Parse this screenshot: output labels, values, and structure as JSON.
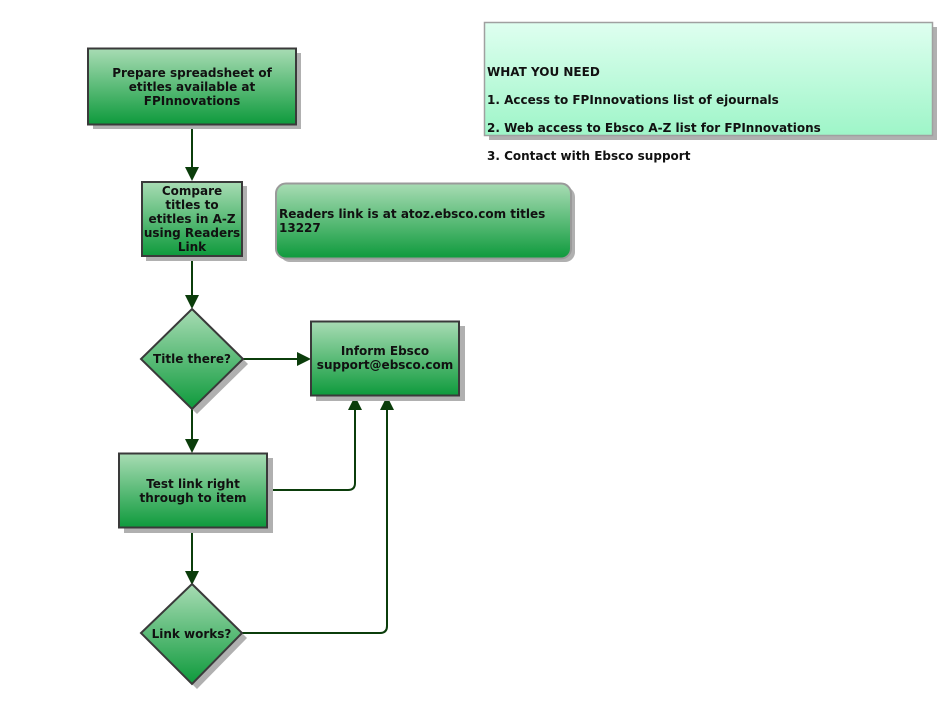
{
  "diagram": {
    "type": "flowchart",
    "colors": {
      "node_fill_top": "#a8dcb4",
      "node_fill_bottom": "#0e9a3c",
      "node_border": "#3a3a3a",
      "shadow": "#b0b0b0",
      "connector": "#0b3d0b",
      "info_fill_top": "#dffff0",
      "info_fill_bottom": "#9ef5c8"
    },
    "nodes": [
      {
        "id": "prepare",
        "shape": "rect",
        "label": "Prepare spreadsheet of etitles available at FPInnovations"
      },
      {
        "id": "compare",
        "shape": "rect",
        "label": "Compare titles to etitles in A-Z using Readers Link"
      },
      {
        "id": "title-there",
        "shape": "diamond",
        "label": "Title there?"
      },
      {
        "id": "inform",
        "shape": "rect",
        "label": "Inform Ebsco support@ebsco.com"
      },
      {
        "id": "test-link",
        "shape": "rect",
        "label": "Test link right through to item"
      },
      {
        "id": "link-works",
        "shape": "diamond",
        "label": "Link works?"
      }
    ],
    "edges": [
      {
        "from": "prepare",
        "to": "compare"
      },
      {
        "from": "compare",
        "to": "title-there"
      },
      {
        "from": "title-there",
        "to": "inform"
      },
      {
        "from": "title-there",
        "to": "test-link"
      },
      {
        "from": "test-link",
        "to": "inform"
      },
      {
        "from": "test-link",
        "to": "link-works"
      },
      {
        "from": "link-works",
        "to": "inform"
      }
    ],
    "notes": {
      "readers_link": "Readers link is at atoz.ebsco.com titles 13227",
      "what_you_need": {
        "heading": "WHAT YOU NEED",
        "items": [
          "1. Access to FPInnovations list of ejournals",
          "2. Web access to Ebsco A-Z list for FPInnovations",
          "3. Contact with Ebsco support"
        ]
      }
    }
  }
}
